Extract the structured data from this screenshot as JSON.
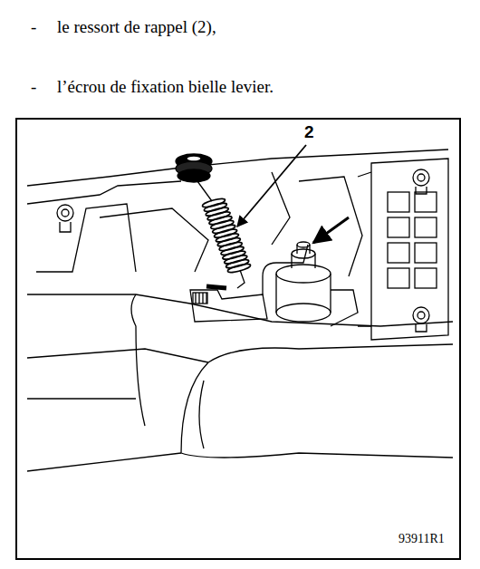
{
  "diagram": {
    "labels": [
      "-",
      "le ressort de rappel (2),",
      "-",
      "l’écrou de fixation bielle levier.",
      "2",
      "93911R1"
    ]
  }
}
